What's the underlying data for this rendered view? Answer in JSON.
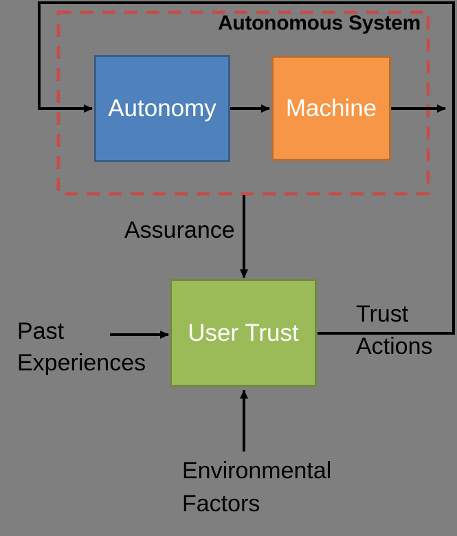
{
  "diagram": {
    "background_color": "#7F7F7F",
    "arrow_color": "#000000",
    "container": {
      "label": "Autonomous System",
      "border_color": "#C0504D"
    },
    "nodes": [
      {
        "id": "autonomy",
        "label": "Autonomy",
        "fill": "#4F81BD",
        "border": "#385D8A",
        "text_color": "#FFFFFF"
      },
      {
        "id": "machine",
        "label": "Machine",
        "fill": "#F79646",
        "border": "#B66D31",
        "text_color": "#FFFFFF"
      },
      {
        "id": "user_trust",
        "label": "User Trust",
        "fill": "#9BBB59",
        "border": "#71893F",
        "text_color": "#FFFFFF"
      }
    ],
    "labels": {
      "assurance": "Assurance",
      "past_experiences": {
        "lines": [
          "Past",
          "Experiences"
        ]
      },
      "trust_actions": {
        "lines": [
          "Trust",
          "Actions"
        ]
      },
      "environmental_factors": {
        "lines": [
          "Environmental",
          "Factors"
        ]
      }
    }
  }
}
